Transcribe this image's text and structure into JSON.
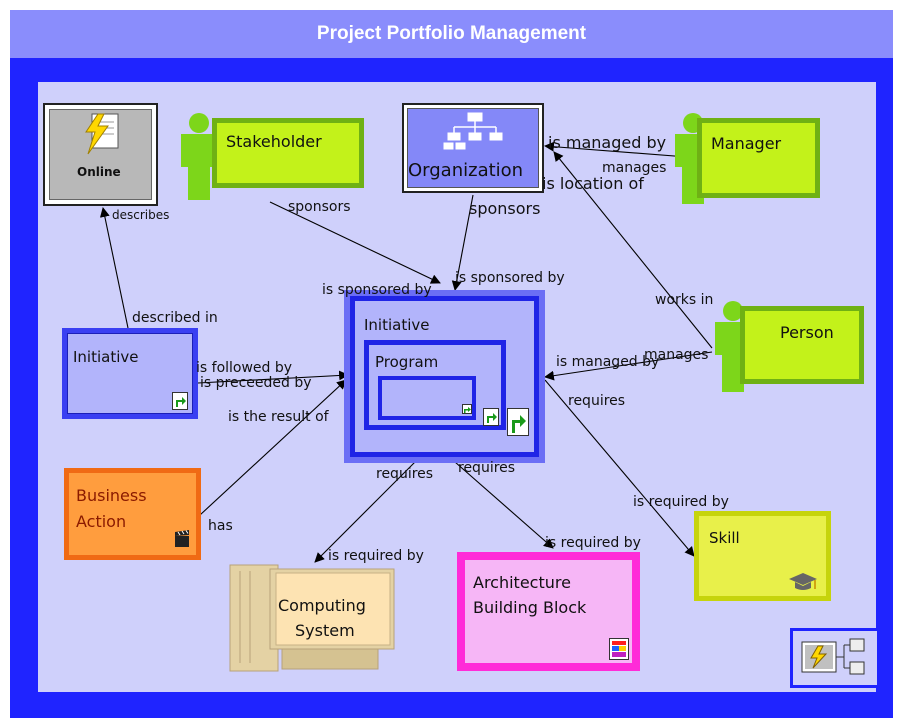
{
  "title": "Project Portfolio Management",
  "colors": {
    "frame": "#1f24ff",
    "title_bar": "#8a8dfc",
    "canvas": "#cfd0fb",
    "green": "#b8ee1e",
    "yellow": "#e8f04a",
    "orange": "#ff9a3c",
    "magenta": "#ff2bd8"
  },
  "nodes": {
    "online": "Online",
    "stakeholder": "Stakeholder",
    "organization": "Organization",
    "manager": "Manager",
    "initiative_left": "Initiative",
    "initiative_center": "Initiative",
    "program": "Program",
    "person": "Person",
    "business_action_1": "Business",
    "business_action_2": "Action",
    "skill": "Skill",
    "computing_system_1": "Computing",
    "computing_system_2": "System",
    "abb_1": "Architecture",
    "abb_2": "Building Block"
  },
  "edges": {
    "describes": "describes",
    "described_in": "described in",
    "sponsors_stakeholder": "sponsors",
    "sponsors_org": "sponsors",
    "is_sponsored_by_1": "is sponsored by",
    "is_sponsored_by_2": "is sponsored by",
    "is_managed_by_top": "is managed by",
    "manages_top": "manages",
    "is_location_of": "is location of",
    "works_in": "works in",
    "manages_person": "manages",
    "is_managed_by_person": "is managed by",
    "requires_right": "requires",
    "is_required_by_skill": "is required by",
    "is_followed_by": "is followed by",
    "is_preceeded_by": "is preceeded by",
    "is_the_result_of": "is the result of",
    "has": "has",
    "requires_cs": "requires",
    "requires_abb": "requires",
    "is_required_by_cs": "is required by",
    "is_required_by_abb": "is required by"
  },
  "icons": [
    "person-icon",
    "org-chart-icon",
    "lightning-document-icon",
    "shortcut-arrow-icon",
    "clapperboard-icon",
    "graduation-cap-icon",
    "computer-tower-icon",
    "color-palette-icon",
    "navigation-thumbnail-icon"
  ]
}
